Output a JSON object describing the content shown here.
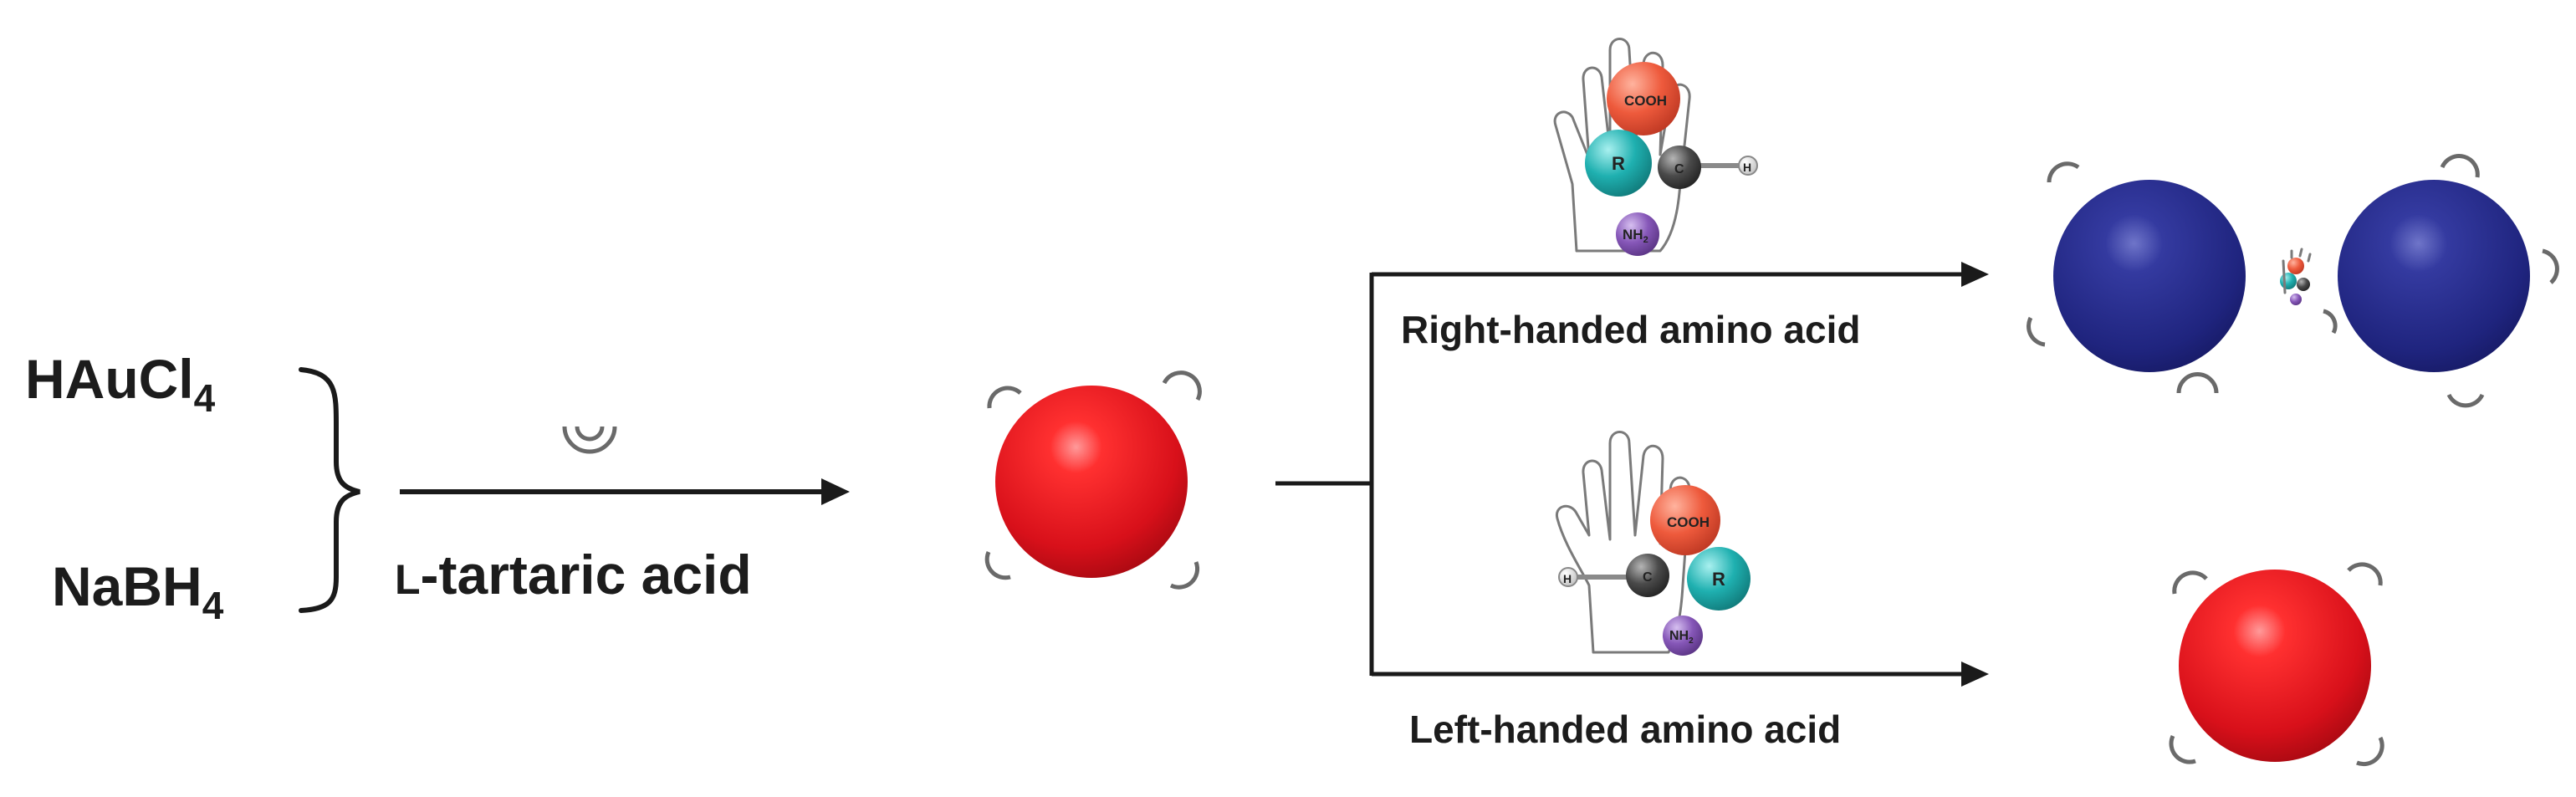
{
  "reactants": {
    "gold_salt": {
      "base": "HAuCl",
      "sub": "4"
    },
    "reducer": {
      "base": "NaBH",
      "sub": "4"
    }
  },
  "step1": {
    "small_caps": "L",
    "rest": "-tartaric acid"
  },
  "branch_top": {
    "label": "Right-handed amino acid"
  },
  "branch_bottom": {
    "label": "Left-handed amino acid"
  },
  "molecule": {
    "cooh": "COOH",
    "r": "R",
    "c": "C",
    "h": "H",
    "nh2_base": "NH",
    "nh2_sub": "2"
  },
  "colors": {
    "red_np": "#e0141a",
    "blue_np": "#23288a",
    "cooh": "#e8553a",
    "r_group": "#1aa3a3",
    "carbon": "#3a3a3a",
    "nh2": "#7b4ea8",
    "arrow": "#1a1a1a"
  }
}
